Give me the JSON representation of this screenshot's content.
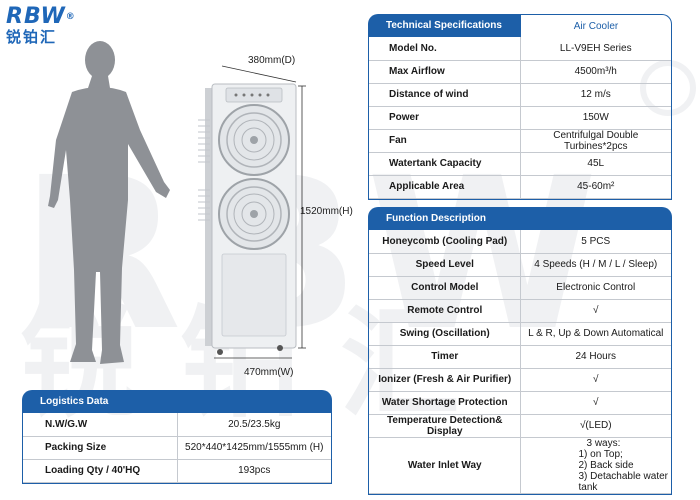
{
  "brand": {
    "logo": "RBW",
    "logo_reg": "®",
    "subtitle": "锐铂汇"
  },
  "dimensions": {
    "depth": "380mm(D)",
    "height": "1520mm(H)",
    "width": "470mm(W)"
  },
  "icons": [
    "person-silhouette-icon",
    "air-cooler-icon",
    "fan-turbine-icon"
  ],
  "colors": {
    "header": "#1d5fa8",
    "border": "#c5c9cf",
    "watermark": "#f0f1f3"
  },
  "tech_specs": {
    "title": "Technical Specifications",
    "product_type": "Air Cooler",
    "rows": [
      {
        "label": "Model No.",
        "value": "LL-V9EH Series"
      },
      {
        "label": "Max Airflow",
        "value": "4500m³/h"
      },
      {
        "label": "Distance of wind",
        "value": "12 m/s"
      },
      {
        "label": "Power",
        "value": "150W"
      },
      {
        "label": "Fan",
        "value": "Centrifulgal Double Turbines*2pcs"
      },
      {
        "label": "Watertank Capacity",
        "value": "45L"
      },
      {
        "label": "Applicable Area",
        "value": "45-60m²"
      }
    ]
  },
  "functions": {
    "title": "Function Description",
    "rows": [
      {
        "label": "Honeycomb (Cooling Pad)",
        "value": "5 PCS"
      },
      {
        "label": "Speed Level",
        "value": "4 Speeds (H / M / L / Sleep)"
      },
      {
        "label": "Control Model",
        "value": "Electronic Control"
      },
      {
        "label": "Remote Control",
        "value": "√"
      },
      {
        "label": "Swing (Oscillation)",
        "value": "L & R, Up & Down Automatical"
      },
      {
        "label": "Timer",
        "value": "24 Hours"
      },
      {
        "label": "Ionizer (Fresh & Air Purifier)",
        "value": "√"
      },
      {
        "label": "Water Shortage Protection",
        "value": "√"
      },
      {
        "label": "Temperature Detection& Display",
        "value": "√(LED)"
      }
    ],
    "water_inlet": {
      "label": "Water Inlet Way",
      "lines": [
        "3 ways:",
        "1) on Top;",
        "2) Back side",
        "3) Detachable water tank"
      ]
    }
  },
  "logistics": {
    "title": "Logistics Data",
    "rows": [
      {
        "label": "N.W/G.W",
        "value": "20.5/23.5kg"
      },
      {
        "label": "Packing Size",
        "value": "520*440*1425mm/1555mm (H)"
      },
      {
        "label": "Loading Qty / 40'HQ",
        "value": "193pcs"
      }
    ]
  }
}
